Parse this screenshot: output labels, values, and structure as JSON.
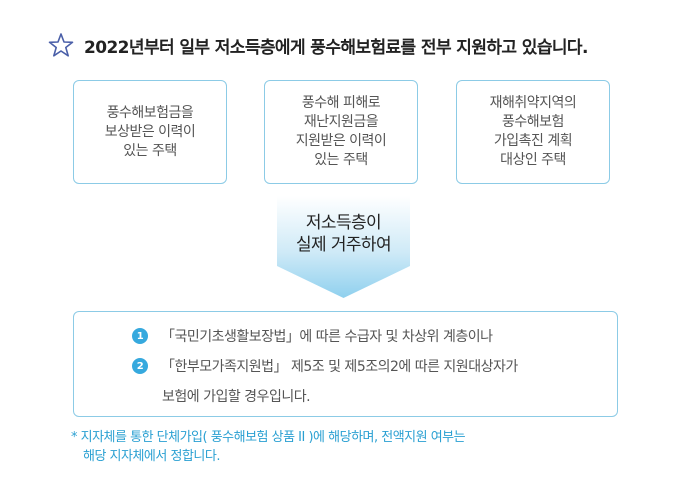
{
  "headline": {
    "icon": "star-outline-icon",
    "text": "2022년부터 일부 저소득층에게 풍수해보험료를 전부 지원하고 있습니다."
  },
  "cards": [
    {
      "text": "풍수해보험금을\n보상받은 이력이\n있는 주택"
    },
    {
      "text": "풍수해 피해로\n재난지원금을\n지원받은 이력이\n있는 주택"
    },
    {
      "text": "재해취약지역의\n풍수해보험\n가입촉진 계획\n대상인 주택"
    }
  ],
  "arrow": {
    "text": "저소득층이\n실제 거주하여"
  },
  "criteria": [
    {
      "num": "1",
      "text": "「국민기초생활보장법」에 따른 수급자 및 차상위 계층이나"
    },
    {
      "num": "2",
      "text": "「한부모가족지원법」 제5조 및 제5조의2에 따른 지원대상자가"
    }
  ],
  "criteria_continuation": "보험에 가입할 경우입니다.",
  "note": {
    "line1": "* 지자체를 통한 단체가입( 풍수해보험 상품 II )에 해당하며, 전액지원 여부는",
    "line2": "해당 지자체에서 정합니다."
  },
  "colors": {
    "accent": "#36a9de",
    "border": "#8ccbe6",
    "note": "#2aa0d2"
  }
}
